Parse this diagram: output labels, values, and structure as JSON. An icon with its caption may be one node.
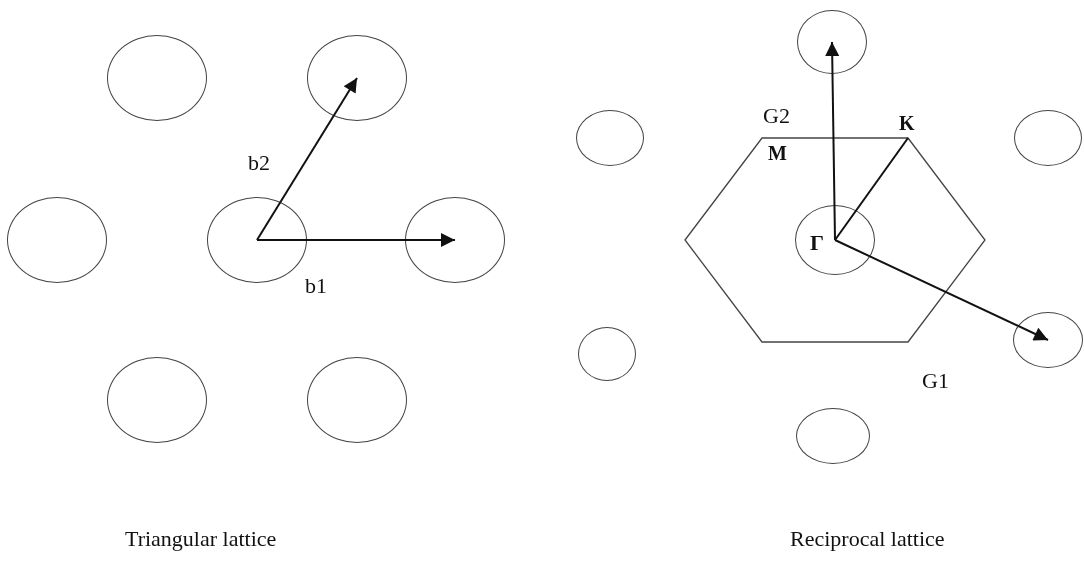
{
  "diagram": {
    "nodes": [
      {
        "text": [],
        "shape": "circle"
      },
      {
        "text": [],
        "shape": "circle"
      },
      {
        "text": [],
        "shape": "circle"
      },
      {
        "text": [],
        "shape": "circle"
      },
      {
        "text": [],
        "shape": "circle"
      },
      {
        "text": [],
        "shape": "circle"
      },
      {
        "text": [],
        "shape": "circle"
      },
      {
        "text": [],
        "shape": "circle"
      },
      {
        "text": [],
        "shape": "circle"
      },
      {
        "text": [],
        "shape": "circle"
      },
      {
        "text": [],
        "shape": "hexagon"
      },
      {
        "text": [
          "Γ"
        ],
        "in": 10
      },
      {
        "text": [],
        "shape": "circle"
      },
      {
        "text": [],
        "shape": "circle"
      },
      {
        "text": [],
        "shape": "circle"
      }
    ],
    "edges": [
      {
        "from": 3,
        "to": 1,
        "arrow": "to",
        "label": "b2"
      },
      {
        "from": 3,
        "to": 4,
        "arrow": "to",
        "label": "b1"
      },
      {
        "from": 11,
        "to": 7,
        "arrow": "to",
        "label": "G2"
      },
      {
        "from": 11,
        "to": 10,
        "arrow": "none"
      },
      {
        "from": 11,
        "to": 13,
        "arrow": "to",
        "label": "G1"
      }
    ],
    "labels": [
      "M",
      "K",
      "Triangular lattice",
      "Reciprocal lattice"
    ]
  }
}
